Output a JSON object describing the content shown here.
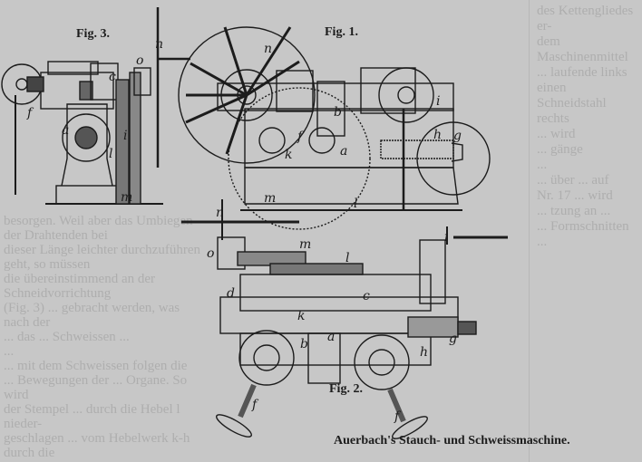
{
  "figures": {
    "fig3": "Fig. 3.",
    "fig1": "Fig. 1.",
    "fig2": "Fig. 2."
  },
  "caption": "Auerbach's Stauch- und Schweissmaschine.",
  "bleed_through": {
    "col1": [
      "besorgen. Weil aber das Umbiegen der Drahtenden bei",
      "dieser Länge leichter durchzuführen geht, so müssen",
      "die übereinstimmend an der Schneidvorrichtung",
      "(Fig. 3) ... gebracht werden, was nach der",
      "... das ... Schweissen ...",
      "...",
      "... mit dem Schweissen folgen die",
      "... Bewegungen der ... Organe. So wird",
      "der Stempel ... durch die Hebel l nieder-",
      "geschlagen ... vom Hebelwerk k-h durch die"
    ],
    "col2": [
      "des Kettengliedes er-",
      "dem Maschinenmittel",
      "... laufende links einen",
      "Schneidstahl rechts",
      "... wird",
      "... gänge",
      "...",
      "... über ... auf",
      "Nr. 17 ... wird",
      "... tzung an ... ",
      "... Formschnitten ..."
    ]
  },
  "labels": {
    "fig3": [
      "n",
      "o",
      "c",
      "f",
      "a",
      "i",
      "l",
      "m"
    ],
    "fig1": [
      "n",
      "b",
      "f",
      "k",
      "a",
      "m",
      "l",
      "i",
      "h",
      "g"
    ],
    "fig2": [
      "n",
      "o",
      "m",
      "l",
      "d",
      "k",
      "c",
      "b",
      "a",
      "f",
      "f",
      "g",
      "h",
      "i"
    ]
  },
  "colors": {
    "paper": "#c7c7c7",
    "ink": "#1c1c1c"
  }
}
